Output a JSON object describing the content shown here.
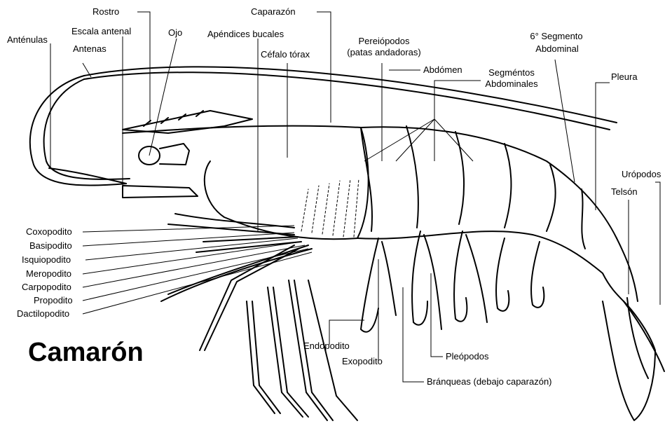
{
  "title": "Camarón",
  "labels": {
    "rostro": "Rostro",
    "escala_antenal": "Escala antenal",
    "ojo": "Ojo",
    "antenulas": "Anténulas",
    "antenas": "Antenas",
    "caparazon": "Caparazón",
    "apendices_bucales": "Apéndices bucales",
    "cefalo_torax": "Céfalo tórax",
    "pereiopodos_1": "Pereiópodos",
    "pereiopodos_2": "(patas andadoras)",
    "abdomen": "Abdómen",
    "segmentos_1": "Segméntos",
    "segmentos_2": "Abdominales",
    "sexto_1": "6° Segmento",
    "sexto_2": "Abdominal",
    "pleura": "Pleura",
    "uropodos": "Urópodos",
    "telson": "Telsón",
    "coxopodito": "Coxopodito",
    "basipodito": "Basipodito",
    "isquiopodito": "Isquiopodito",
    "meropodito": "Meropodito",
    "carpopodito": "Carpopodito",
    "propodito": "Propodito",
    "dactilopodito": "Dactilopodito",
    "endopodito": "Endopodito",
    "exopodito": "Exopodito",
    "pleopodos": "Pleópodos",
    "branquias": "Bránqueas (debajo caparazón)"
  }
}
